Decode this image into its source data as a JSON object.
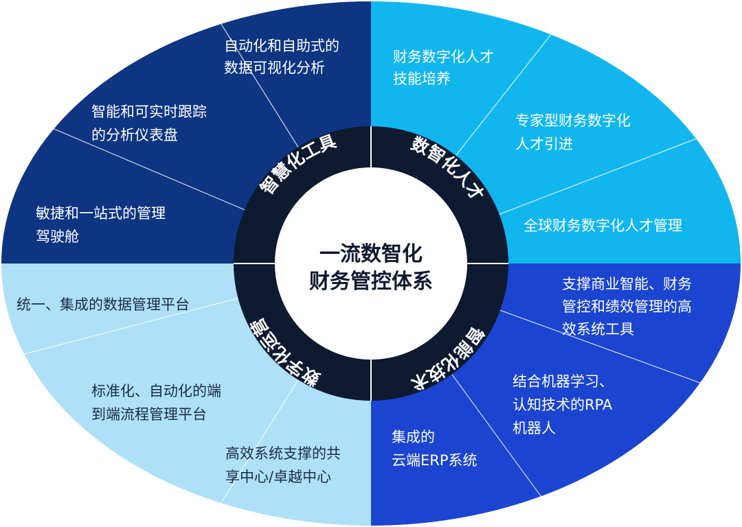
{
  "center": {
    "line1": "一流数智化",
    "line2": "财务管控体系"
  },
  "colors": {
    "top_left": "#0e3582",
    "top_right": "#12b6ee",
    "bottom_right": "#1b44d0",
    "bottom_left": "#aee1f7",
    "ring": "#0d1a30",
    "center_bg": "#ffffff",
    "center_text": "#0d1a30",
    "divider": "#ffffff",
    "text_light": "#ffffff",
    "text_dark": "#1b2a45"
  },
  "quadrants": {
    "top_left": {
      "ring_label": "智慧化工具",
      "items": [
        {
          "line1": "自动化和自助式的",
          "line2": "数据可视化分析"
        },
        {
          "line1": "智能和可实时跟踪",
          "line2": "的分析仪表盘"
        },
        {
          "line1": "敏捷和一站式的管理",
          "line2": "驾驶舱"
        }
      ]
    },
    "top_right": {
      "ring_label": "数智化人才",
      "items": [
        {
          "line1": "财务数字化人才",
          "line2": "技能培养"
        },
        {
          "line1": "专家型财务数字化",
          "line2": "人才引进"
        },
        {
          "line1": "全球财务数字化人才管理"
        }
      ]
    },
    "bottom_right": {
      "ring_label": "智能化技术",
      "items": [
        {
          "line1": "支撑商业智能、财务",
          "line2": "管控和绩效管理的高",
          "line3": "效系统工具"
        },
        {
          "line1": "结合机器学习、",
          "line2": "认知技术的RPA",
          "line3": "机器人"
        },
        {
          "line1": "集成的",
          "line2": "云端ERP系统"
        }
      ]
    },
    "bottom_left": {
      "ring_label": "数字化运营",
      "items": [
        {
          "line1": "统一、集成的数据管理平台"
        },
        {
          "line1": "标准化、自动化的端",
          "line2": "到端流程管理平台"
        },
        {
          "line1": "高效系统支撑的共",
          "line2": "享中心/卓越中心"
        }
      ]
    }
  }
}
